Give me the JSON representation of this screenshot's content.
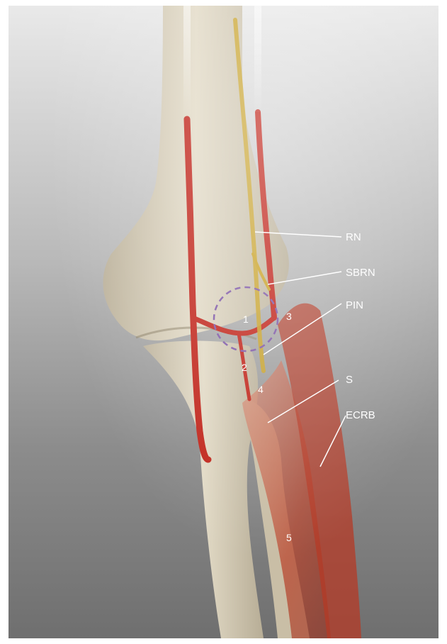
{
  "labels": {
    "rn": "RN",
    "sbrn": "SBRN",
    "pin": "PIN",
    "s": "S",
    "ecrb": "ECRB"
  },
  "numbers": {
    "n1": "1",
    "n2": "2",
    "n3": "3",
    "n4": "4",
    "n5": "5"
  },
  "colors": {
    "artery": "#c0241a",
    "nerve": "#c9a227",
    "bone": "#d7ceb9",
    "muscle": "#c8553f",
    "circle": "#7d56a6",
    "text": "#ffffff"
  }
}
